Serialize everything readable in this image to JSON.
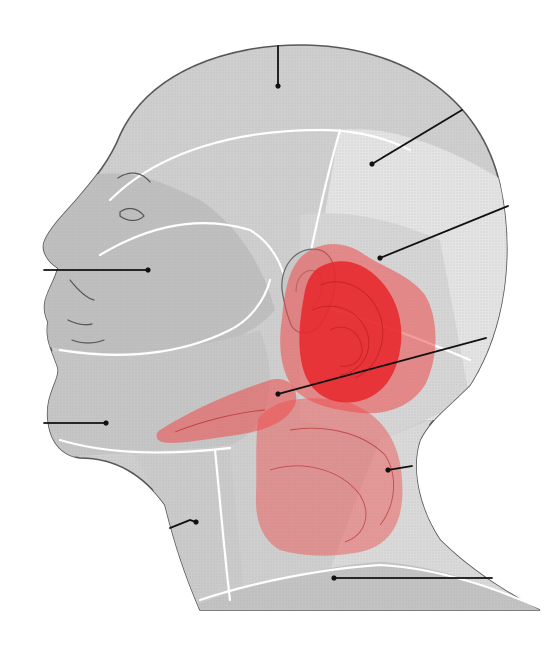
{
  "figure": {
    "subject": "head-and-neck-lateral-view",
    "regions": [
      {
        "name": "parietal-region",
        "shade": "#c9c9c9"
      },
      {
        "name": "occipital-region",
        "shade": "#e2e2e2"
      },
      {
        "name": "posterior-auricular-region",
        "shade": "#d3d3d3"
      },
      {
        "name": "facial-region",
        "shade": "#bdbdbd"
      },
      {
        "name": "mandibular-region",
        "shade": "#c6c6c6"
      },
      {
        "name": "anterior-neck-region",
        "shade": "#cfcfcf"
      },
      {
        "name": "posterior-neck-region",
        "shade": "#dadada"
      },
      {
        "name": "shoulder-region",
        "shade": "#c3c3c3"
      }
    ],
    "highlight": {
      "name": "parotid-and-cervical-pain-referral-area",
      "color": "#f04a4a",
      "core_color": "#e8262a"
    },
    "leader_lines": [
      "leader-crown",
      "leader-occiput",
      "leader-retroauricular",
      "leader-nose",
      "leader-parotid",
      "leader-chin",
      "leader-neck-posterior",
      "leader-neck-anterior",
      "leader-clavicle"
    ]
  }
}
